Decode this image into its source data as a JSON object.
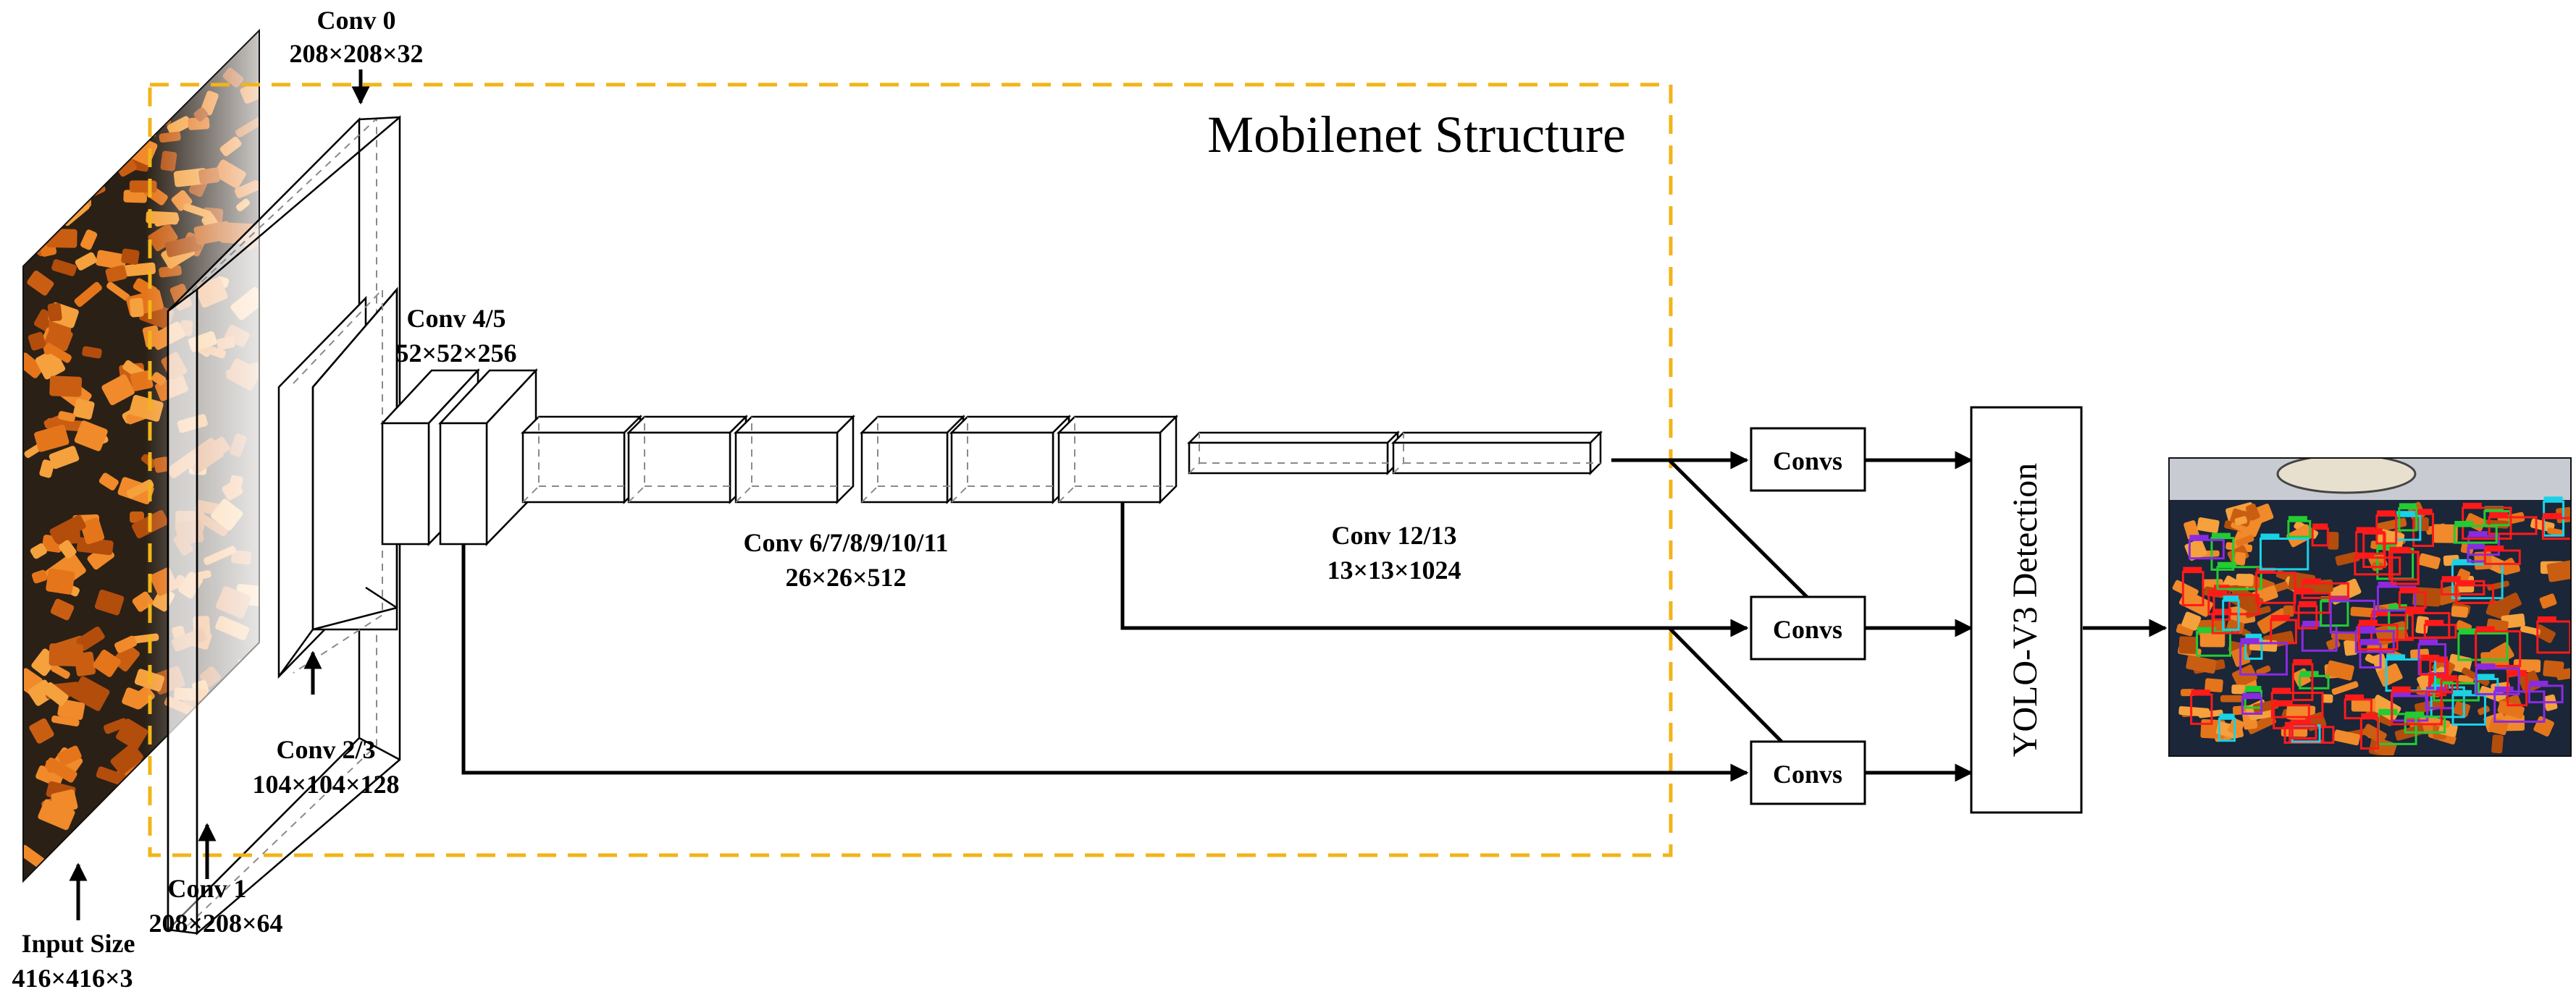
{
  "title": "Mobilenet Structure",
  "colors": {
    "frame": "#f2b418",
    "line": "#000000",
    "box_fill": "#ffffff",
    "photo_dark": "#1b2638",
    "photo_orange": "#e5751b",
    "photo_light": "#c8ccd2",
    "det_red": "#ff1a1a",
    "det_cyan": "#19d2e6",
    "det_green": "#22cc33",
    "det_purple": "#8a2be2"
  },
  "layers": {
    "input": {
      "name": "Input Size",
      "size": "416×416×3"
    },
    "conv0": {
      "name": "Conv 0",
      "size": "208×208×32"
    },
    "conv1": {
      "name": "Conv 1",
      "size": "208×208×64"
    },
    "conv23": {
      "name": "Conv 2/3",
      "size": "104×104×128"
    },
    "conv45": {
      "name": "Conv 4/5",
      "size": "52×52×256"
    },
    "conv611": {
      "name": "Conv 6/7/8/9/10/11",
      "size": "26×26×512"
    },
    "conv1213": {
      "name": "Conv 12/13",
      "size": "13×13×1024"
    }
  },
  "heads": [
    {
      "label": "Convs"
    },
    {
      "label": "Convs"
    },
    {
      "label": "Convs"
    }
  ],
  "detector": {
    "label": "YOLO-V3 Detection"
  },
  "images": {
    "input_image": "input-photo",
    "output_image": "detection-result-photo"
  }
}
